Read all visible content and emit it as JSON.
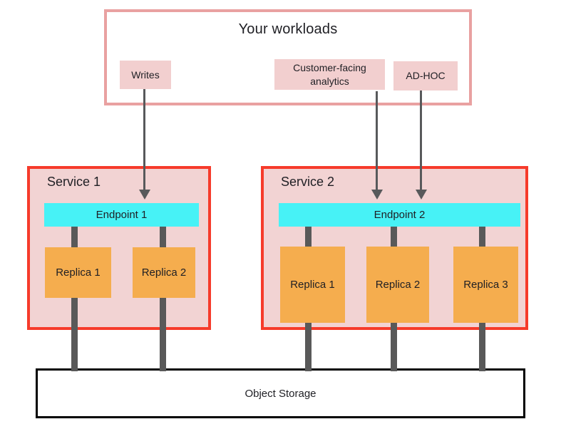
{
  "diagram": {
    "workloads": {
      "title": "Your workloads",
      "items": [
        {
          "label": "Writes"
        },
        {
          "label": "Customer-facing analytics"
        },
        {
          "label": "AD-HOC"
        }
      ]
    },
    "services": [
      {
        "name": "Service 1",
        "endpoint": "Endpoint 1",
        "replicas": [
          "Replica 1",
          "Replica 2"
        ]
      },
      {
        "name": "Service 2",
        "endpoint": "Endpoint 2",
        "replicas": [
          "Replica 1",
          "Replica 2",
          "Replica 3"
        ]
      }
    ],
    "storage": {
      "label": "Object Storage"
    },
    "colors": {
      "workloads_border": "#e9a1a1",
      "workload_item_bg": "#f2cfcf",
      "service_border": "#f63b2b",
      "service_bg": "#f2d3d3",
      "endpoint_bg": "#47f2f6",
      "replica_bg": "#f5ad4e",
      "connector": "#595959",
      "arrow": "#58595b",
      "storage_border": "#000000"
    }
  }
}
